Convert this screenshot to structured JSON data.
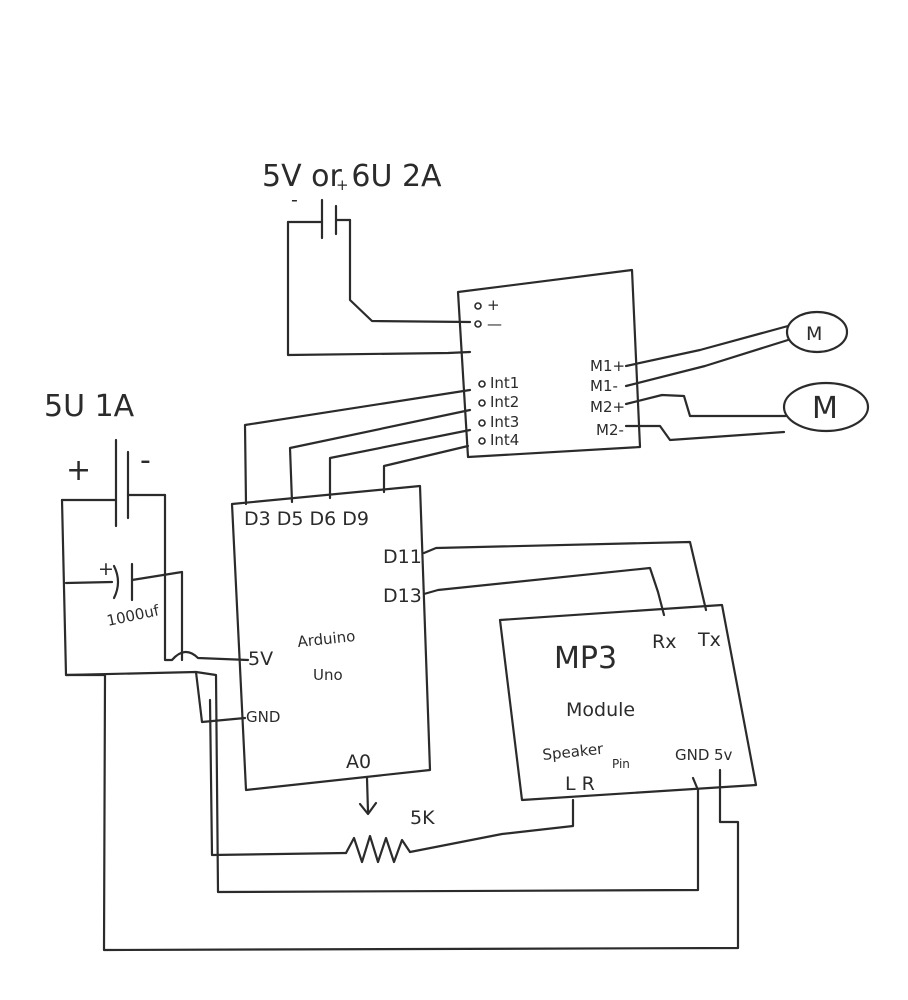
{
  "labels": {
    "motor_supply": "5V or 6U 2A",
    "logic_supply": "5U 1A",
    "plus": "+",
    "minus": "-",
    "cap_value": "1000uf",
    "pot_value": "5K"
  },
  "driver": {
    "pins_left": [
      "+",
      "—",
      "Int1",
      "Int2",
      "Int3",
      "Int4"
    ],
    "pins_right": [
      "M1+",
      "M1-",
      "M2+",
      "M2-"
    ]
  },
  "motors": [
    "M",
    "M"
  ],
  "arduino": {
    "top_pins": "D3 D5 D6 D9",
    "pin_d11": "D11",
    "pin_d13": "D13",
    "pin_5v": "5V",
    "title": "Arduino",
    "subtitle": "Uno",
    "pin_gnd": "GND",
    "pin_a0": "A0"
  },
  "mp3": {
    "title": "MP3",
    "subtitle": "Module",
    "rx": "Rx",
    "tx": "Tx",
    "speaker": "Speaker",
    "pin": "Pin",
    "lr": "L R",
    "gnd": "GND",
    "v5": "5v"
  }
}
